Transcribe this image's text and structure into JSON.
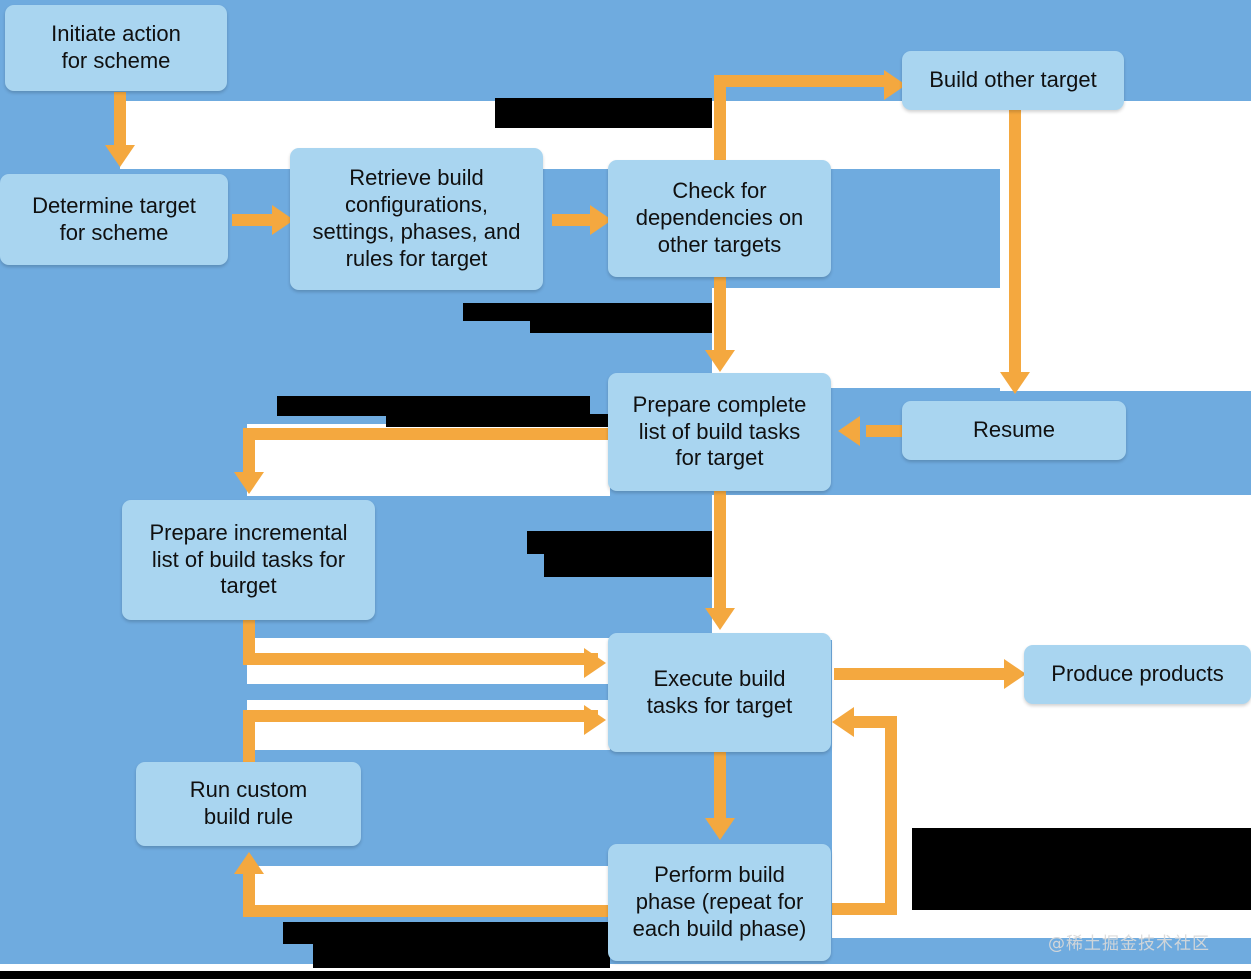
{
  "diagram": {
    "title": "Xcode build process flowchart",
    "background_color": "#6FABDF",
    "node_fill_color": "#A9D5F0",
    "arrow_color": "#F4A83F",
    "redaction_white_color": "#FFFFFF",
    "redaction_black_color": "#000000",
    "nodes": [
      {
        "id": "initiate-action",
        "label": "Initiate action\nfor scheme"
      },
      {
        "id": "determine-target",
        "label": "Determine target\nfor scheme"
      },
      {
        "id": "retrieve-build-config",
        "label": "Retrieve build\nconfigurations,\nsettings, phases, and\nrules for target"
      },
      {
        "id": "check-dependencies",
        "label": "Check for\ndependencies on\nother targets"
      },
      {
        "id": "build-other-target",
        "label": "Build other target"
      },
      {
        "id": "resume",
        "label": "Resume"
      },
      {
        "id": "prepare-complete-list",
        "label": "Prepare complete\nlist of build tasks\nfor target"
      },
      {
        "id": "prepare-incremental-list",
        "label": "Prepare incremental\nlist of build tasks for\ntarget"
      },
      {
        "id": "execute-build-tasks",
        "label": "Execute build\ntasks for target"
      },
      {
        "id": "produce-products",
        "label": "Produce products"
      },
      {
        "id": "run-custom-build-rule",
        "label": "Run custom\nbuild rule"
      },
      {
        "id": "perform-build-phase",
        "label": "Perform build\nphase (repeat for\neach build phase)"
      }
    ],
    "edges": [
      {
        "from": "initiate-action",
        "to": "determine-target"
      },
      {
        "from": "determine-target",
        "to": "retrieve-build-config"
      },
      {
        "from": "retrieve-build-config",
        "to": "check-dependencies"
      },
      {
        "from": "check-dependencies",
        "to": "build-other-target"
      },
      {
        "from": "check-dependencies",
        "to": "prepare-complete-list"
      },
      {
        "from": "build-other-target",
        "to": "resume"
      },
      {
        "from": "resume",
        "to": "prepare-complete-list"
      },
      {
        "from": "prepare-complete-list",
        "to": "prepare-incremental-list"
      },
      {
        "from": "prepare-complete-list",
        "to": "execute-build-tasks"
      },
      {
        "from": "prepare-incremental-list",
        "to": "execute-build-tasks"
      },
      {
        "from": "run-custom-build-rule",
        "to": "execute-build-tasks"
      },
      {
        "from": "execute-build-tasks",
        "to": "produce-products"
      },
      {
        "from": "execute-build-tasks",
        "to": "perform-build-phase"
      },
      {
        "from": "perform-build-phase",
        "to": "execute-build-tasks"
      },
      {
        "from": "perform-build-phase",
        "to": "run-custom-build-rule"
      }
    ]
  },
  "watermark": {
    "text": "@稀土掘金技术社区"
  }
}
